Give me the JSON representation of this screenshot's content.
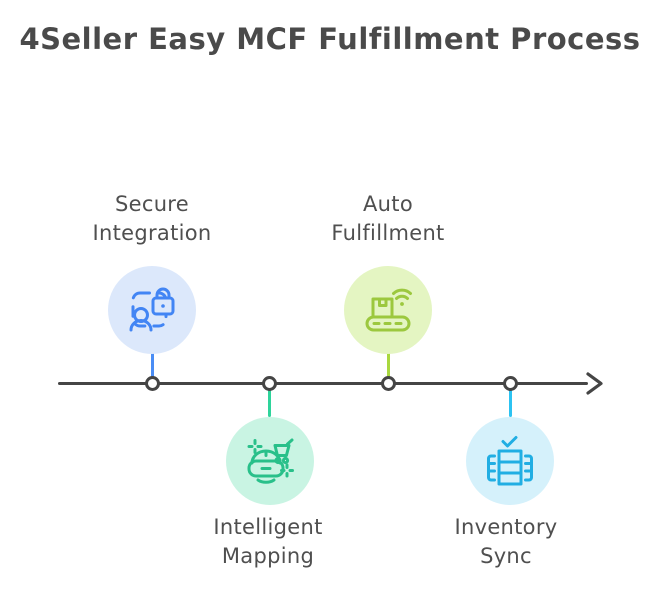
{
  "title": "4Seller Easy MCF Fulfillment Process",
  "timeline": {
    "axis_color": "#454545",
    "node_fill": "#ffffff",
    "direction": "left-to-right-arrow"
  },
  "steps": [
    {
      "id": "secure-integration",
      "label_line1": "Secure",
      "label_line2": "Integration",
      "side": "above-line",
      "icon": "user-lock-icon",
      "accent": "#4285f4",
      "circle_fill": "#dce8fb",
      "stem_color": "#4a8df5"
    },
    {
      "id": "intelligent-mapping",
      "label_line1": "Intelligent",
      "label_line2": "Mapping",
      "side": "below-line",
      "icon": "vr-headset-cart-icon",
      "accent": "#29c08a",
      "circle_fill": "#c9f4e3",
      "stem_color": "#2ed49b"
    },
    {
      "id": "auto-fulfillment",
      "label_line1": "Auto",
      "label_line2": "Fulfillment",
      "side": "above-line",
      "icon": "conveyor-wifi-icon",
      "accent": "#9cc83e",
      "circle_fill": "#e4f5c2",
      "stem_color": "#a9d83f"
    },
    {
      "id": "inventory-sync",
      "label_line1": "Inventory",
      "label_line2": "Sync",
      "side": "below-line",
      "icon": "inventory-shelves-check-icon",
      "accent": "#21aee3",
      "circle_fill": "#d5f1fb",
      "stem_color": "#2cc3f2"
    }
  ]
}
